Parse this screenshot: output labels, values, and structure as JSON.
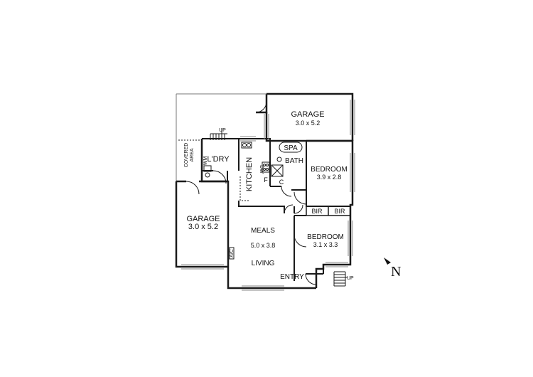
{
  "rooms": {
    "garage_top": {
      "name": "GARAGE",
      "size": "3.0 x 5.2"
    },
    "garage_left": {
      "name": "GARAGE",
      "size": "3.0 x 5.2"
    },
    "laundry": {
      "name": "L'DRY"
    },
    "covered_area": {
      "line1": "COVERED",
      "line2": "AREA"
    },
    "kitchen": {
      "name": "KITCHEN"
    },
    "spa": {
      "name": "SPA"
    },
    "bath": {
      "name": "BATH"
    },
    "bedroom_1": {
      "name": "BEDROOM",
      "size": "3.9 x 2.8"
    },
    "bedroom_2": {
      "name": "BEDROOM",
      "size": "3.1 x 3.3"
    },
    "bir_1": {
      "name": "BIR"
    },
    "bir_2": {
      "name": "BIR"
    },
    "meals": {
      "name": "MEALS",
      "size": "5.0 x 3.8"
    },
    "living": {
      "name": "LIVING"
    },
    "entry": {
      "name": "ENTRY"
    }
  },
  "labels": {
    "up_laundry": "UP",
    "up_entry": "UP",
    "dw": "DW",
    "wm": "WM",
    "fridge": "F",
    "cupboard": "C",
    "ac": "A/C"
  },
  "compass": {
    "letter": "N"
  },
  "colors": {
    "wall": "#1a1a1a",
    "window": "#888888",
    "background": "#ffffff"
  }
}
